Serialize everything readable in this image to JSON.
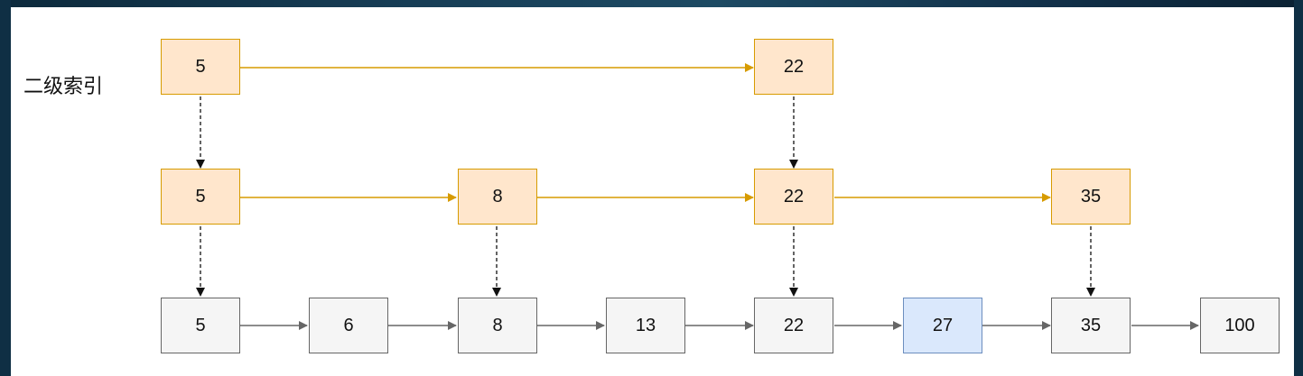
{
  "row_label": "二级索引",
  "level2": [
    "5",
    "22"
  ],
  "level1": [
    "5",
    "8",
    "22",
    "35"
  ],
  "base": [
    "5",
    "6",
    "8",
    "13",
    "22",
    "27",
    "35",
    "100"
  ],
  "highlight_value": "27",
  "colors": {
    "index_fill": "#ffe6cc",
    "index_stroke": "#d79b00",
    "base_fill": "#f5f5f5",
    "base_stroke": "#666666",
    "highlight_fill": "#dae8fc",
    "highlight_stroke": "#6c8ebf"
  }
}
